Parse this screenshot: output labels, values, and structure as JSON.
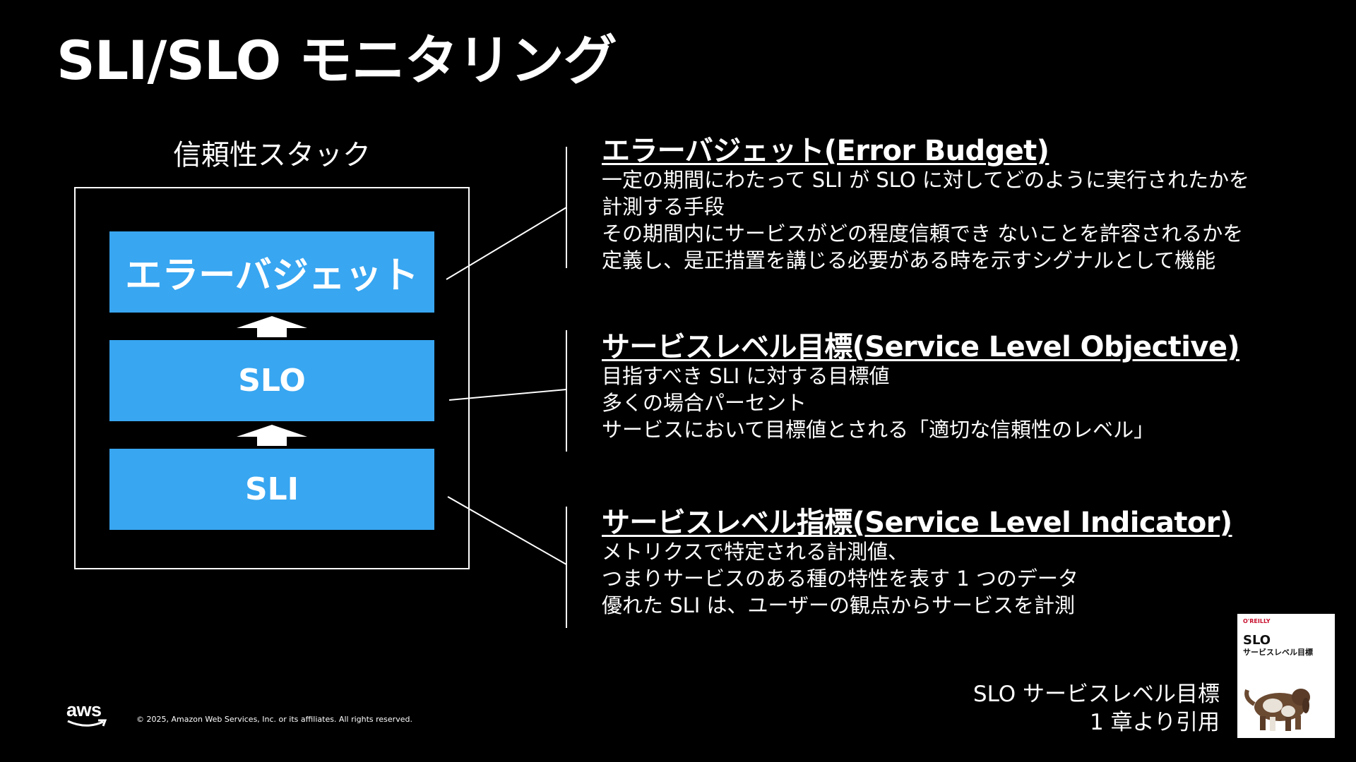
{
  "slide": {
    "title": "SLI/SLO モニタリング"
  },
  "stack": {
    "label": "信頼性スタック",
    "boxes": {
      "error_budget": "エラーバジェット",
      "slo": "SLO",
      "sli": "SLI"
    },
    "colors": {
      "box": "#38a6f1",
      "frame": "#ffffff"
    }
  },
  "sections": {
    "error_budget": {
      "heading": "エラーバジェット(Error Budget)",
      "lines": [
        "一定の期間にわたって SLI が SLO に対してどのように実行されたかを",
        "計測する手段",
        "その期間内にサービスがどの程度信頼でき ないことを許容されるかを",
        "定義し、是正措置を講じる必要がある時を示すシグナルとして機能"
      ]
    },
    "slo": {
      "heading": "サービスレベル目標(Service Level Objective)",
      "lines": [
        "目指すべき SLI に対する目標値",
        "多くの場合パーセント",
        "サービスにおいて目標値とされる「適切な信頼性のレベル」"
      ]
    },
    "sli": {
      "heading": "サービスレベル指標(Service Level Indicator)",
      "lines": [
        "メトリクスで特定される計測値、",
        "つまりサービスのある種の特性を表す 1 つのデータ",
        "優れた SLI は、ユーザーの観点からサービスを計測"
      ]
    }
  },
  "book": {
    "caption_line1": "SLO サービスレベル目標",
    "caption_line2": "1 章より引用",
    "cover_publisher": "O'REILLY",
    "cover_title": "SLO",
    "cover_subtitle": "サービスレベル目標"
  },
  "footer": {
    "logo_text": "aws",
    "copyright": "© 2025, Amazon Web Services, Inc. or its affiliates. All rights reserved."
  },
  "icons": {
    "arrows": "up-arrow-icon",
    "logo_smile": "aws-smile-icon",
    "book_dog": "dog-illustration"
  }
}
